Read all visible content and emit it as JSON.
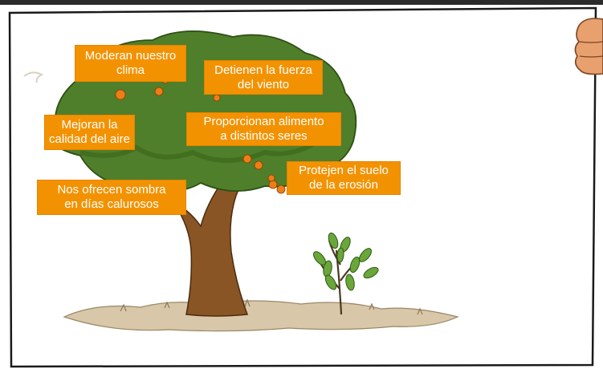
{
  "scene": {
    "palette": {
      "frame": "#1a1a1a",
      "board_fill": "#ffffff",
      "label_fill": "#f39200",
      "label_text": "#ffffff",
      "foliage": "#4f7f2a",
      "trunk": "#8a5524",
      "fruit": "#ef7d16",
      "ground": "#d8c7a8",
      "hand": "#e8a06f"
    }
  },
  "labels": {
    "climate": {
      "line1": "Moderan nuestro",
      "line2": "clima"
    },
    "wind": {
      "line1": "Detienen la fuerza",
      "line2": "del viento"
    },
    "air": {
      "line1": "Mejoran la",
      "line2": "calidad del aire"
    },
    "food": {
      "line1": "Proporcionan alimento",
      "line2": "a distintos seres"
    },
    "soil": {
      "line1": "Protejen el suelo",
      "line2": "de la erosión"
    },
    "shade": {
      "line1": "Nos ofrecen sombra",
      "line2": "en días calurosos"
    }
  }
}
